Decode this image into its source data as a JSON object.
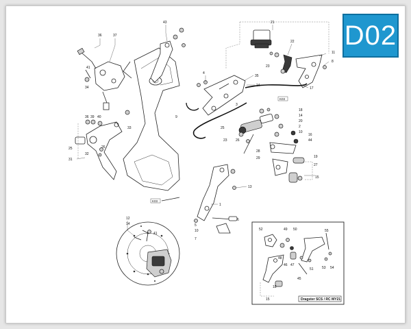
{
  "badge": {
    "code": "D02",
    "color": "#1f97cf"
  },
  "callouts": {
    "c36": "36",
    "c37": "37",
    "c43": "43",
    "c41": "41",
    "c34": "34",
    "c21": "21",
    "c22": "22",
    "c23": "23",
    "c11": "11",
    "c8": "8",
    "c35": "35",
    "c24": "24",
    "c4": "4",
    "c17": "17",
    "c39": "39",
    "c40": "40",
    "c33": "33",
    "c25": "25",
    "c9": "9",
    "c18": "18",
    "c10": "10",
    "c14": "14",
    "c20": "20",
    "c3": "3",
    "c2": "2",
    "c16": "16",
    "c44": "44",
    "c27": "27",
    "c19": "19",
    "c28": "28",
    "c29": "29",
    "c31": "31",
    "c32": "32",
    "c13": "13",
    "c1": "1",
    "c6": "6",
    "c12": "12",
    "c5": "5",
    "c7": "7",
    "c15": "15",
    "c26": "26"
  },
  "refs": {
    "k03_top": "K03",
    "k03_mid": "K03"
  },
  "inset": {
    "callouts": {
      "c52": "52",
      "c49": "49",
      "c50": "50",
      "c55": "55",
      "c48": "48",
      "c46": "46",
      "c47": "47",
      "c51": "51",
      "c53": "53",
      "c54": "54",
      "c45": "45",
      "c18": "18",
      "c15": "15"
    },
    "caption": "Dragster SCS / RC MY21"
  }
}
